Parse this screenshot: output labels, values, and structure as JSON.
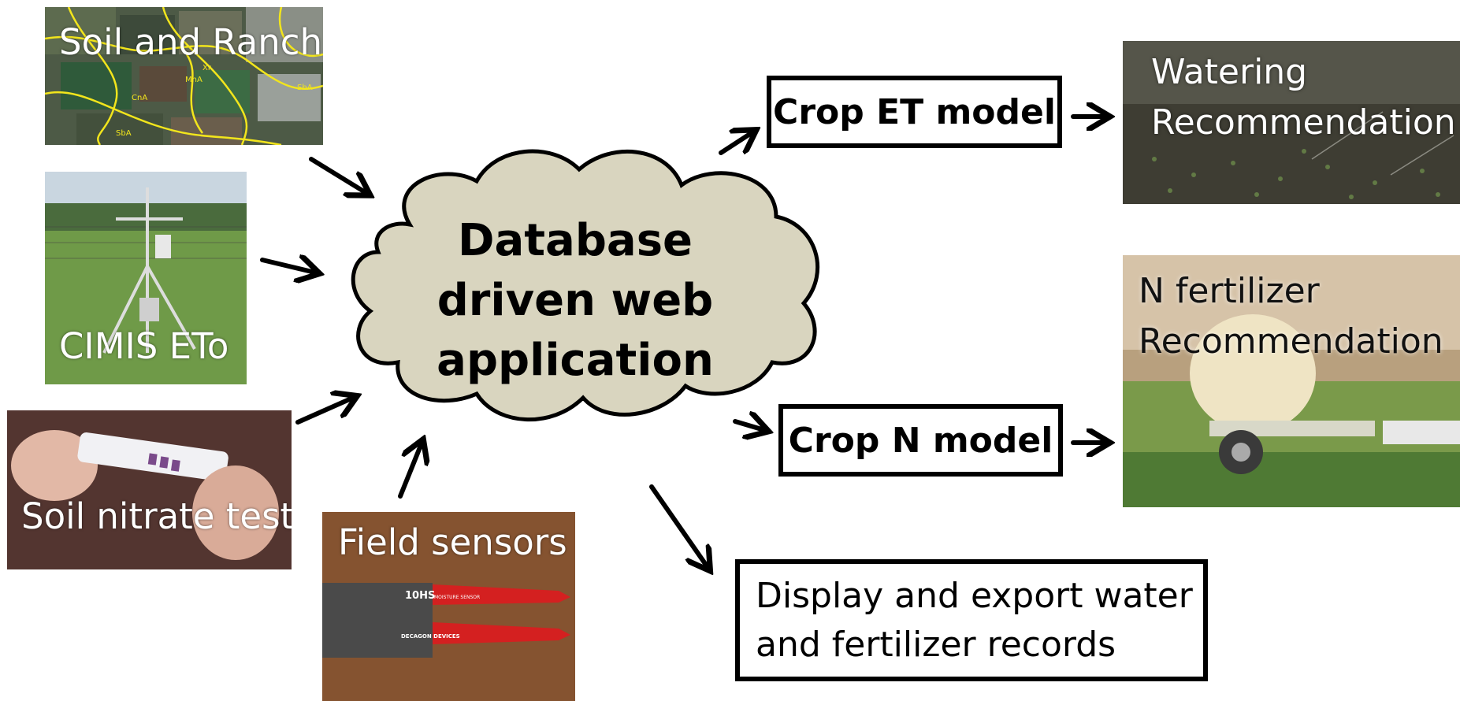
{
  "inputs": {
    "soil_ranch": "Soil and Ranch",
    "cimis": "CIMIS ETo",
    "soil_nitrate": "Soil nitrate test",
    "field_sensors": "Field sensors"
  },
  "map_labels": [
    "CnA",
    "MnA",
    "SbA",
    "SbA",
    "Xr"
  ],
  "sensor_text": {
    "model": "10HS",
    "sub": "MOISTURE SENSOR",
    "brand": "DECAGON DEVICES"
  },
  "center": {
    "lines": [
      "Database",
      "driven web",
      "application"
    ]
  },
  "models": {
    "crop_et": "Crop ET model",
    "crop_n": "Crop N model"
  },
  "outputs": {
    "watering": [
      "Watering",
      "Recommendation"
    ],
    "n_fertilizer": [
      "N fertilizer",
      "Recommendation"
    ],
    "records": [
      "Display and export water",
      "and fertilizer records"
    ]
  },
  "colors": {
    "cloud_fill": "#d9d5bf",
    "border": "#000000"
  }
}
